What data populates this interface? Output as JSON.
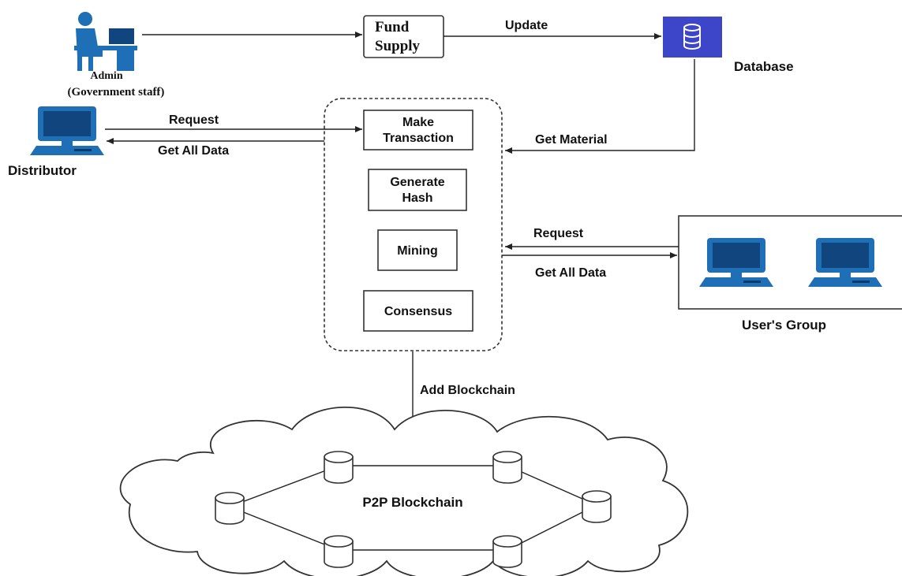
{
  "colors": {
    "accent_blue": "#1e6fb5",
    "database_bg": "#3d46c8",
    "line": "#222222"
  },
  "nodes": {
    "admin": {
      "name": "Admin",
      "role": "(Government staff)",
      "icon": "admin-desk-icon"
    },
    "fund_supply": {
      "line1": "Fund",
      "line2": "Supply"
    },
    "database": {
      "label": "Database",
      "icon": "database-icon"
    },
    "distributor": {
      "label": "Distributor",
      "icon": "computer-icon"
    },
    "process": {
      "make_transaction": {
        "line1": "Make",
        "line2": "Transaction"
      },
      "generate_hash": {
        "line1": "Generate",
        "line2": "Hash"
      },
      "mining": "Mining",
      "consensus": "Consensus"
    },
    "users_group": {
      "label": "User's Group",
      "icon": "computer-icon"
    },
    "p2p": {
      "label": "P2P Blockchain",
      "node_icon": "database-cylinder-icon"
    }
  },
  "edges": {
    "update": "Update",
    "request_distributor": "Request",
    "get_all_data_distributor": "Get All Data",
    "get_material": "Get Material",
    "request_users": "Request",
    "get_all_data_users": "Get All Data",
    "add_blockchain": "Add Blockchain"
  }
}
